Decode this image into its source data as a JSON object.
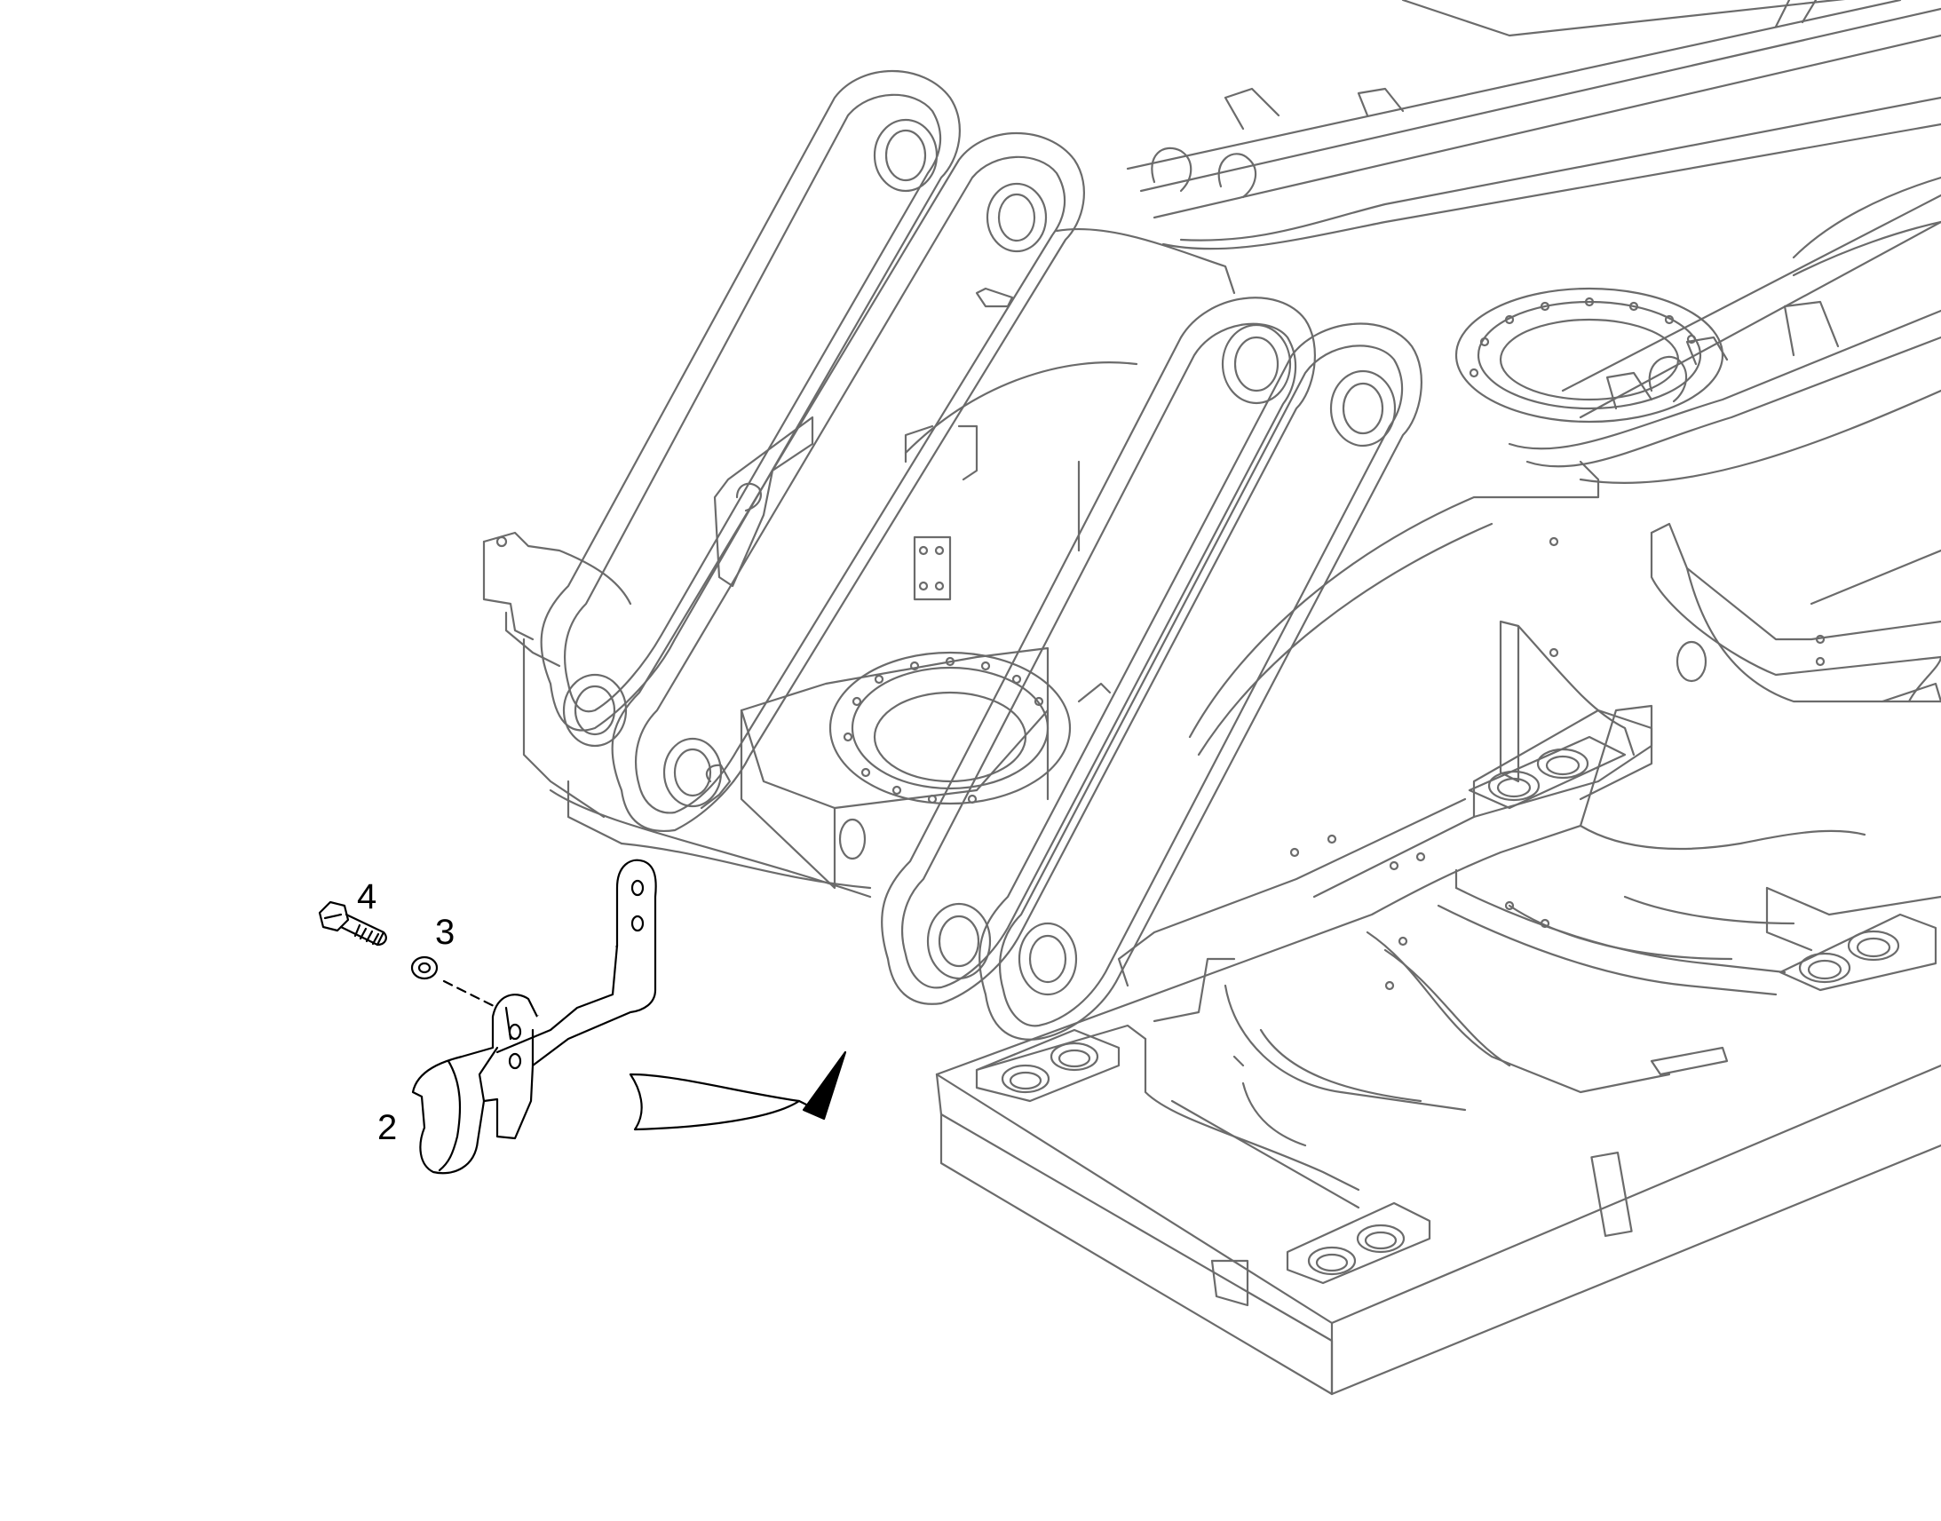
{
  "diagram": {
    "type": "exploded-parts-view",
    "callouts": [
      {
        "id": "c4",
        "label": "4",
        "part": "bolt"
      },
      {
        "id": "c3",
        "label": "3",
        "part": "washer"
      },
      {
        "id": "c2",
        "label": "2",
        "part": "bracket"
      }
    ],
    "colors": {
      "line": "#6b6b6b",
      "part_line": "#000000",
      "background": "#ffffff"
    },
    "icons": [
      "arrow-icon"
    ]
  }
}
